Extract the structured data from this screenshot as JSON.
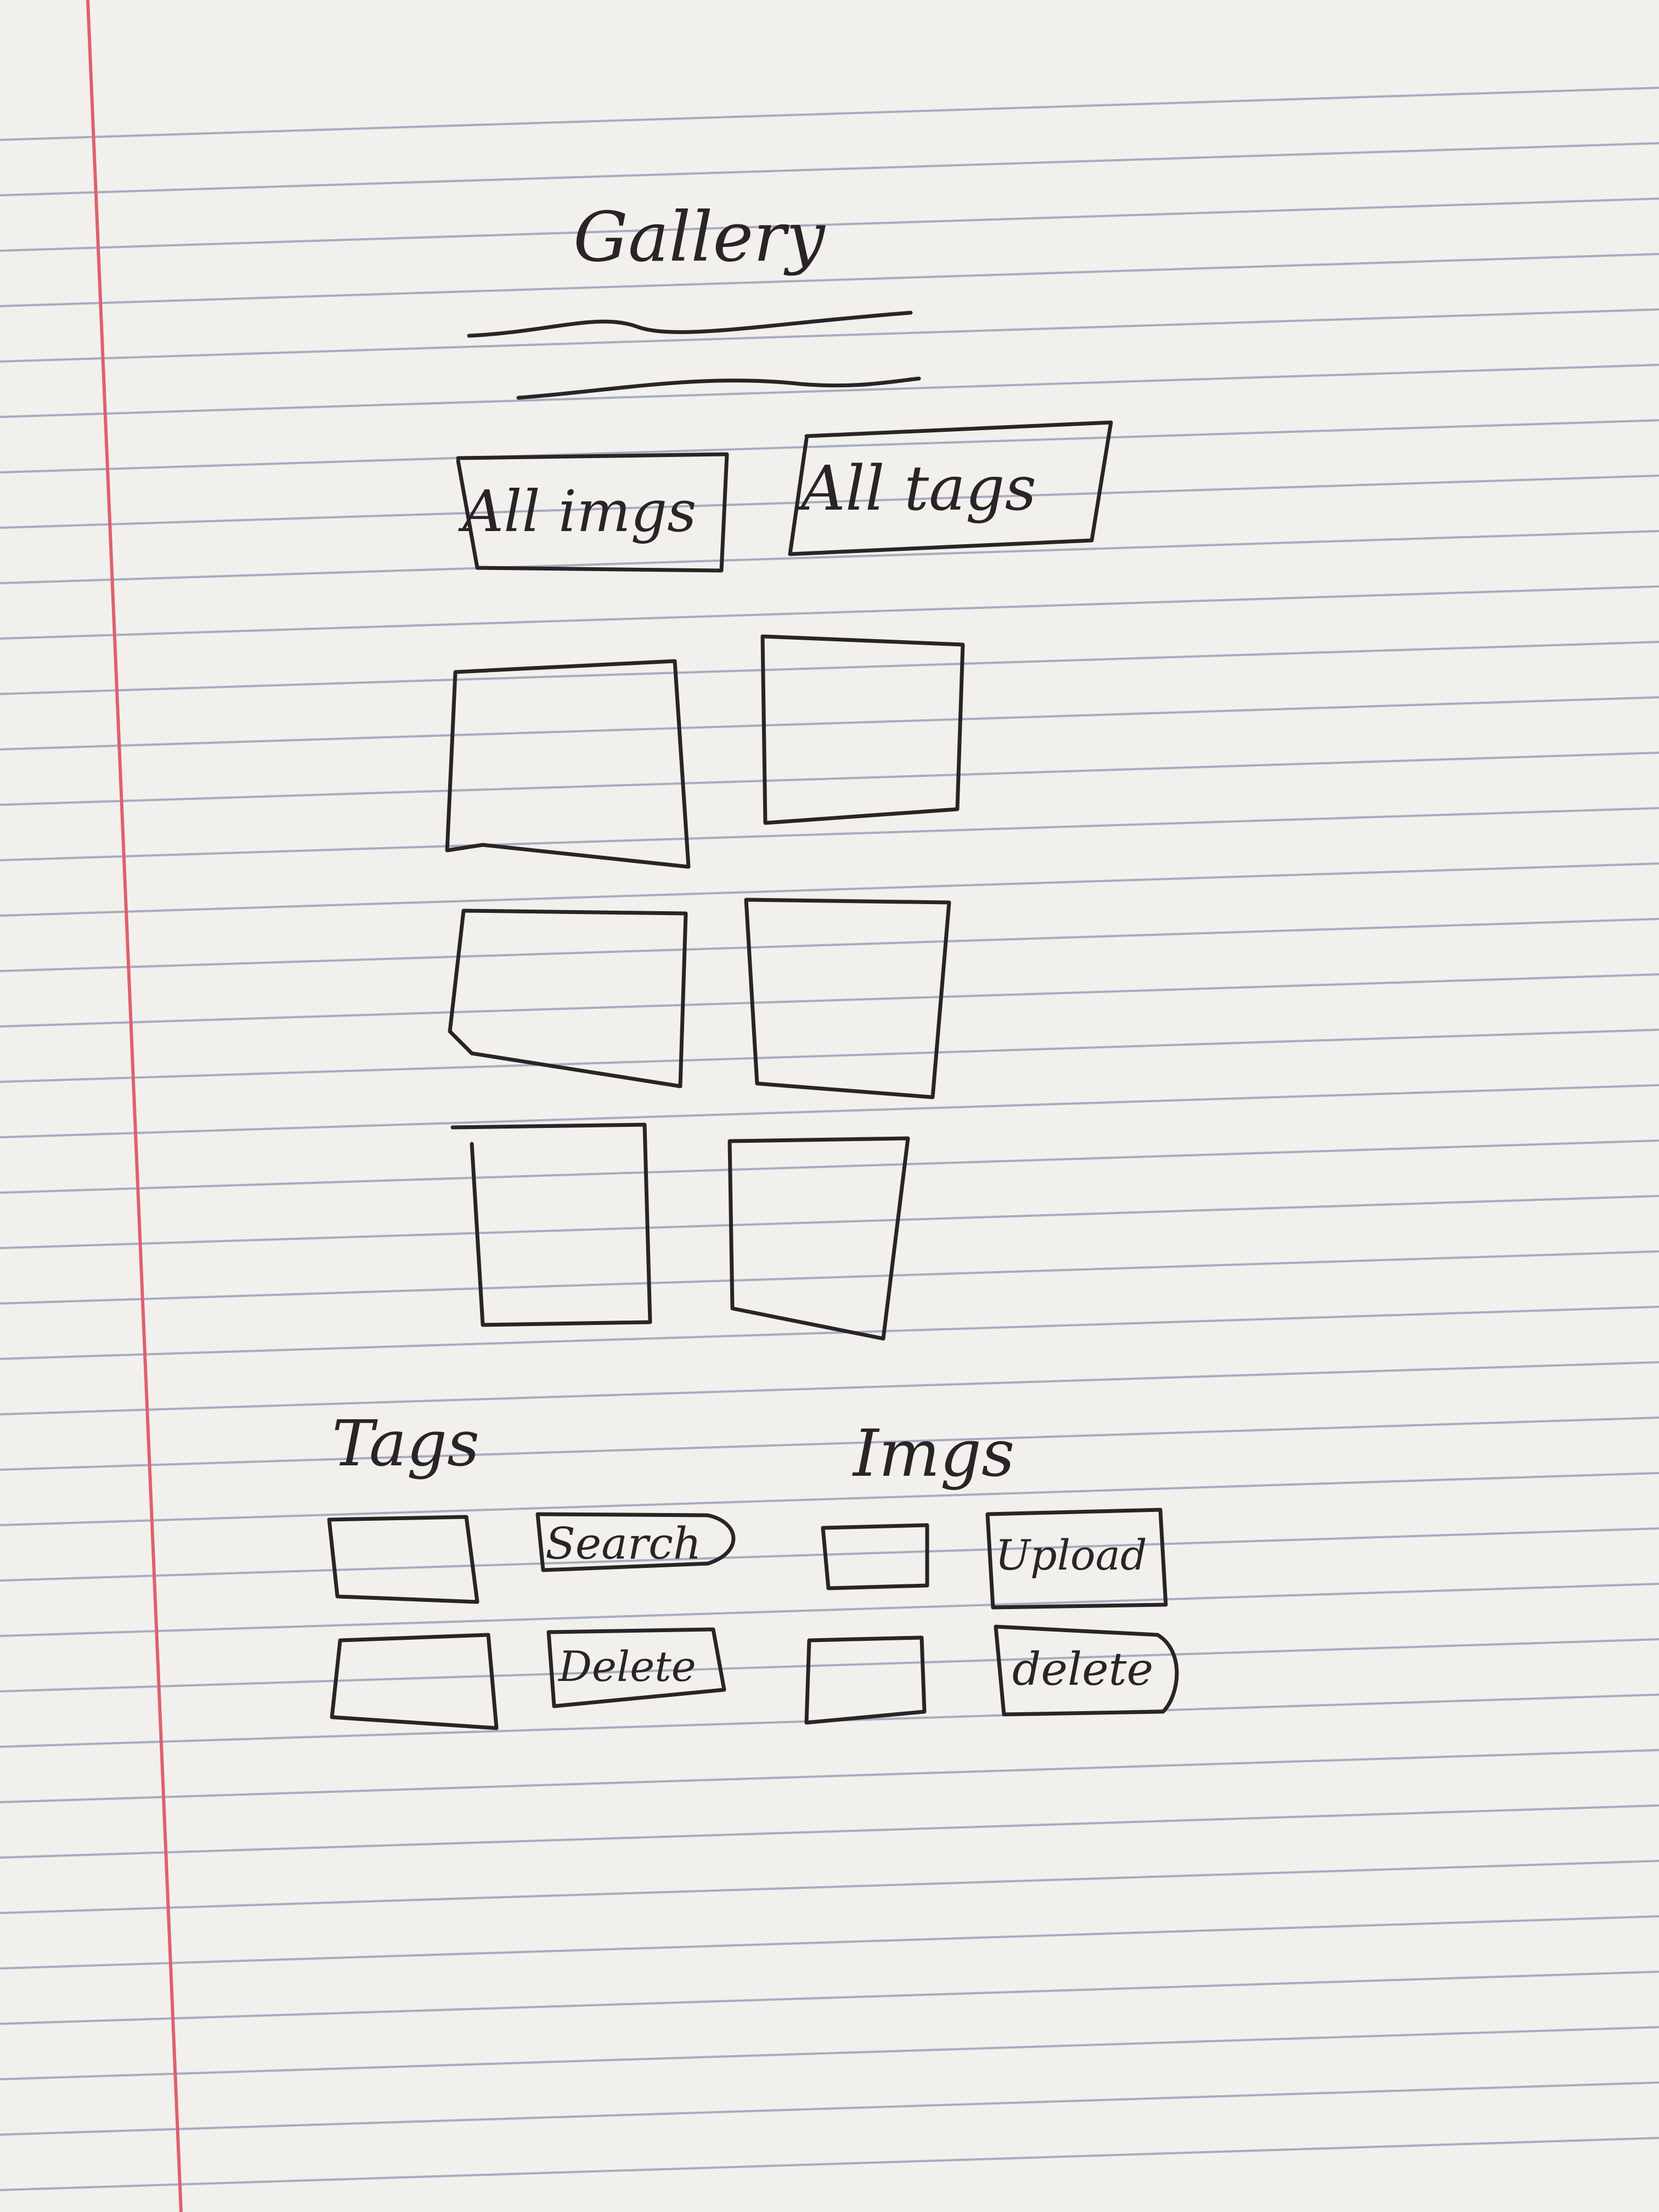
{
  "page_title": "Gallery",
  "view_buttons": {
    "all_images": "All imgs",
    "all_tags": "All tags"
  },
  "gallery": {
    "thumbnail_count": 6
  },
  "tags_panel": {
    "heading": "Tags",
    "search_button": "Search",
    "delete_button": "Delete"
  },
  "images_panel": {
    "heading": "Imgs",
    "upload_button": "Upload",
    "delete_button": "delete"
  },
  "colors": {
    "paper": "#f2f0ec",
    "rule_lines": "#8e95b3",
    "margin_line": "#e0606e",
    "ink": "#2a2426"
  }
}
